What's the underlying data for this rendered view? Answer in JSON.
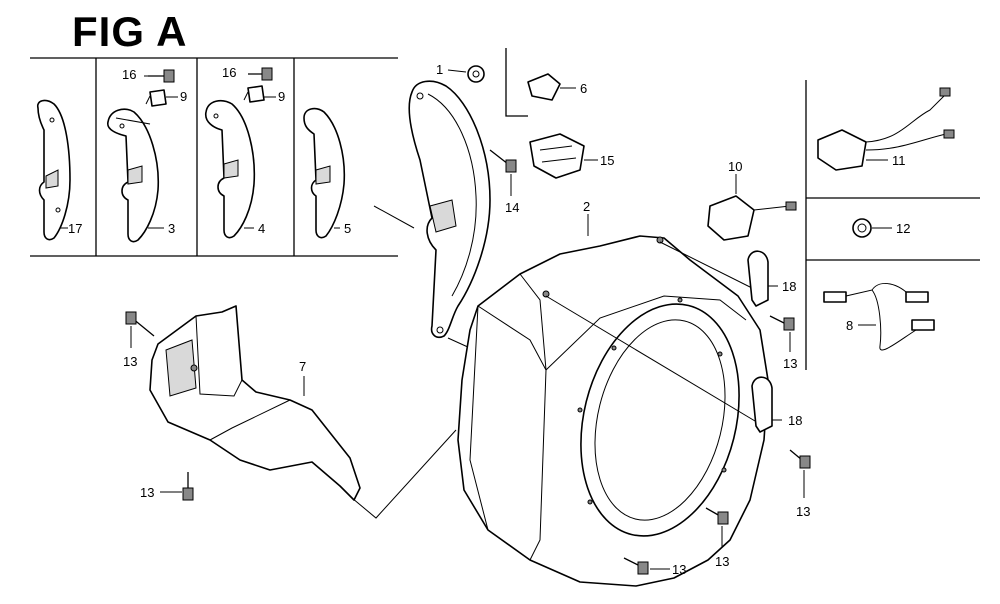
{
  "figure": {
    "title": "FIG A"
  },
  "callouts": {
    "c1": "1",
    "c2": "2",
    "c3": "3",
    "c4": "4",
    "c5": "5",
    "c6": "6",
    "c7": "7",
    "c8": "8",
    "c9a": "9",
    "c9b": "9",
    "c10": "10",
    "c11": "11",
    "c12": "12",
    "c13a": "13",
    "c13b": "13",
    "c13c": "13",
    "c13d": "13",
    "c13e": "13",
    "c13f": "13",
    "c14": "14",
    "c15": "15",
    "c16a": "16",
    "c16b": "16",
    "c17": "17",
    "c18a": "18",
    "c18b": "18"
  }
}
